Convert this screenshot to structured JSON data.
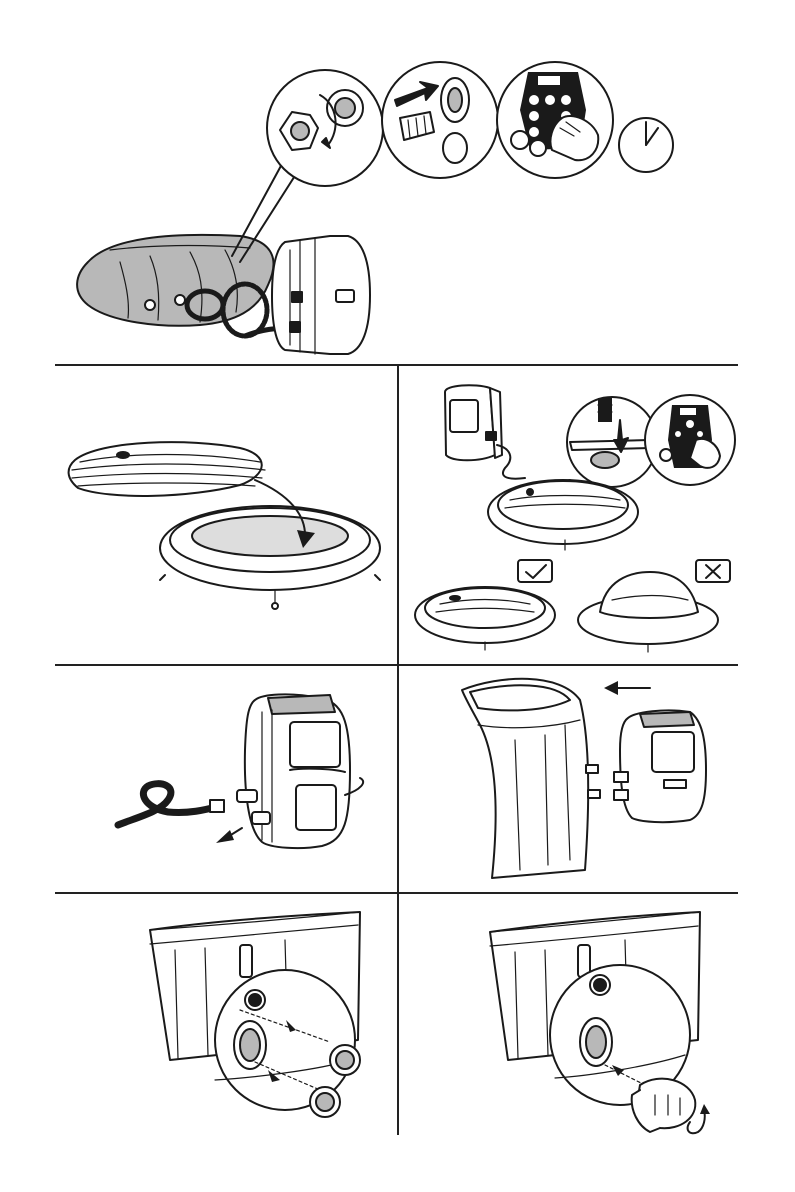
{
  "page": {
    "background": "#ffffff",
    "ink": "#1a1a1a"
  },
  "panels": [
    {
      "id": "step-unpack-connect",
      "icons": [
        "storage-bag-icon",
        "pump-unit-icon",
        "valve-cap-unscrew-icon",
        "hose-insert-icon",
        "control-panel-press-icon",
        "timer-clock-icon"
      ]
    },
    {
      "id": "step-place-cover",
      "icons": [
        "cover-lid-icon",
        "spa-base-ring-icon",
        "arrow-icon"
      ]
    },
    {
      "id": "step-inflate-cover",
      "icons": [
        "pump-unit-icon",
        "valve-hose-icon",
        "control-panel-press-icon",
        "correct-check-icon",
        "incorrect-cross-icon"
      ]
    },
    {
      "id": "step-remove-hose",
      "icons": [
        "pump-unit-icon",
        "hose-icon",
        "arrow-icon"
      ]
    },
    {
      "id": "step-attach-pump",
      "icons": [
        "spa-wall-icon",
        "pump-unit-icon",
        "arrow-icon"
      ]
    },
    {
      "id": "step-remove-plugs",
      "icons": [
        "spa-wall-icon",
        "magnify-circle-icon",
        "plug-icon"
      ]
    },
    {
      "id": "step-install-filter",
      "icons": [
        "spa-wall-icon",
        "magnify-circle-icon",
        "filter-cartridge-icon",
        "rotate-arrow-icon"
      ]
    }
  ]
}
